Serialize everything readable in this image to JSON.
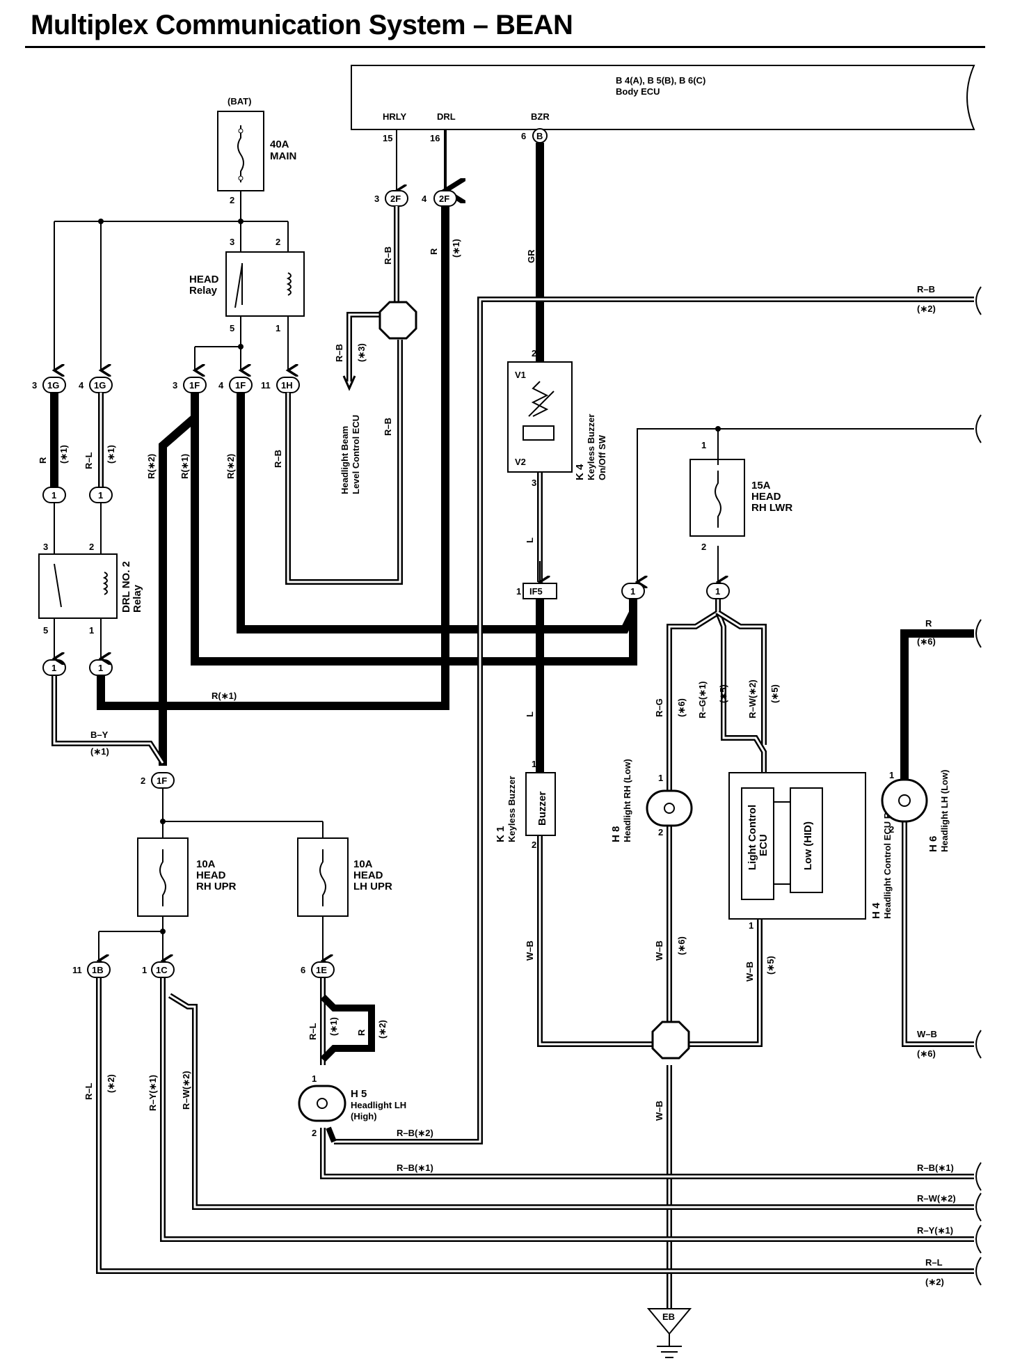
{
  "title": "Multiplex Communication System – BEAN",
  "ecu": {
    "name_line1": "B 4(A), B 5(B), B 6(C)",
    "name_line2": "Body ECU",
    "term_hrly": "HRLY",
    "term_drl": "DRL",
    "term_bzr": "BZR",
    "pin_hrly": "15",
    "pin_drl": "16",
    "pin_bzr": "6",
    "bzr_conn": "B"
  },
  "fuses": {
    "main": {
      "top": "(BAT)",
      "rating": "40A",
      "name": "MAIN",
      "pin": "2"
    },
    "rh_lwr": {
      "rating": "15A",
      "name1": "HEAD",
      "name2": "RH LWR",
      "pin_top": "1",
      "pin_bot": "2"
    },
    "rh_upr": {
      "rating": "10A",
      "name1": "HEAD",
      "name2": "RH UPR"
    },
    "lh_upr": {
      "rating": "10A",
      "name1": "HEAD",
      "name2": "LH UPR"
    }
  },
  "relays": {
    "head": {
      "name1": "HEAD",
      "name2": "Relay",
      "p3": "3",
      "p2": "2",
      "p5": "5",
      "p1": "1"
    },
    "drl": {
      "name1": "DRL NO. 2",
      "name2": "Relay",
      "p3": "3",
      "p2": "2",
      "p5": "5",
      "p1": "1"
    }
  },
  "connectors": {
    "c2f_a": {
      "pin": "3",
      "code": "2F"
    },
    "c2f_b": {
      "pin": "4",
      "code": "2F"
    },
    "c1g_a": {
      "pin": "3",
      "code": "1G"
    },
    "c1g_b": {
      "pin": "4",
      "code": "1G"
    },
    "c1f_a": {
      "pin": "3",
      "code": "1F"
    },
    "c1f_b": {
      "pin": "4",
      "code": "1F"
    },
    "c1h": {
      "pin": "11",
      "code": "1H"
    },
    "c1f_c": {
      "pin": "2",
      "code": "1F"
    },
    "c1b": {
      "pin": "11",
      "code": "1B"
    },
    "c1c": {
      "pin": "1",
      "code": "1C"
    },
    "c1e": {
      "pin": "6",
      "code": "1E"
    },
    "if5": {
      "pin": "1",
      "code": "IF5"
    },
    "one": "1"
  },
  "components": {
    "k4": {
      "id": "K 4",
      "name1": "Keyless Buzzer",
      "name2": "On/Off SW",
      "v1": "V1",
      "v2": "V2",
      "p2": "2",
      "p3": "3"
    },
    "k1": {
      "id": "K 1",
      "name": "Keyless Buzzer",
      "inner": "Buzzer",
      "p1": "1",
      "p2": "2"
    },
    "h8": {
      "id": "H 8",
      "name": "Headlight RH (Low)",
      "p1": "1",
      "p2": "2"
    },
    "h4": {
      "id": "H 4",
      "name": "Headlight Control ECU RH",
      "inner1": "Light Control",
      "inner2": "ECU",
      "inner3": "Low (HID)",
      "p1": "1"
    },
    "h6": {
      "id": "H 6",
      "name": "Headlight LH (Low)",
      "p1": "1",
      "p2": "2"
    },
    "h5": {
      "id": "H 5",
      "name1": "Headlight LH",
      "name2": "(High)",
      "p1": "1",
      "p2": "2"
    },
    "level_ecu": {
      "name1": "Headlight Beam",
      "name2": "Level Control ECU"
    },
    "ground": "EB"
  },
  "wires": {
    "rb": "R–B",
    "r": "R",
    "gr": "GR",
    "rl": "R–L",
    "l": "L",
    "by": "B–Y",
    "rg": "R–G",
    "rw": "R–W",
    "wb": "W–B",
    "ry": "R–Y",
    "s1": "(∗1)",
    "s2": "(∗2)",
    "s3": "(∗3)",
    "s5": "(∗5)",
    "s6": "(∗6)",
    "r_s1": "R(∗1)",
    "r_s2": "R(∗2)",
    "rg_s1": "R–G(∗1)",
    "rw_s2": "R–W(∗2)",
    "rb_s2": "R–B(∗2)",
    "rb_s1": "R–B(∗1)",
    "ry_s1": "R–Y(∗1)"
  }
}
